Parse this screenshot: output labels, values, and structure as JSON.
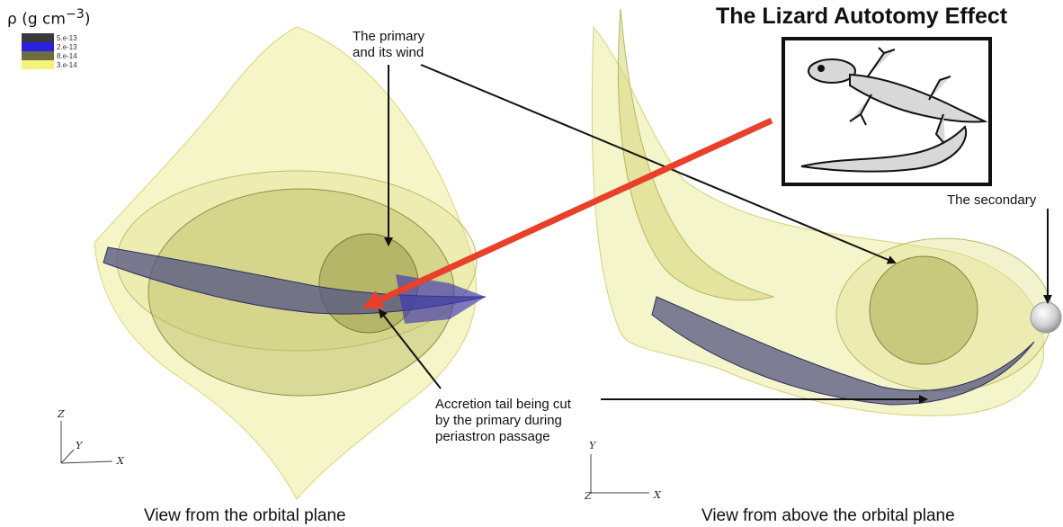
{
  "title": "The Lizard Autotomy Effect",
  "colorbar": {
    "title_symbol": "ρ",
    "title_units": "(g cm",
    "title_exponent": "−3",
    "title_close": ")",
    "levels": [
      {
        "label": "5.e-13",
        "color": "#3a3a3a"
      },
      {
        "label": "2.e-13",
        "color": "#2b20e0"
      },
      {
        "label": "8.e-14",
        "color": "#6e6d40"
      },
      {
        "label": "3.e-14",
        "color": "#f4f47a"
      }
    ]
  },
  "annotations": {
    "primary_wind": [
      "The primary",
      "and its wind"
    ],
    "secondary": "The secondary",
    "accretion_tail": [
      "Accretion tail being cut",
      "by the primary during",
      "periastron passage"
    ]
  },
  "captions": {
    "left": "View from the orbital plane",
    "right": "View from above the orbital plane"
  },
  "axes": {
    "left": {
      "z": "Z",
      "y": "Y",
      "x": "X"
    },
    "right": {
      "y": "Y",
      "z": "Z",
      "x": "X"
    }
  },
  "colors": {
    "arrow_red": "#e8402a",
    "envelope": "#e9e98f",
    "wind_shell": "#b8b85a",
    "tail": "#4a4a80"
  }
}
